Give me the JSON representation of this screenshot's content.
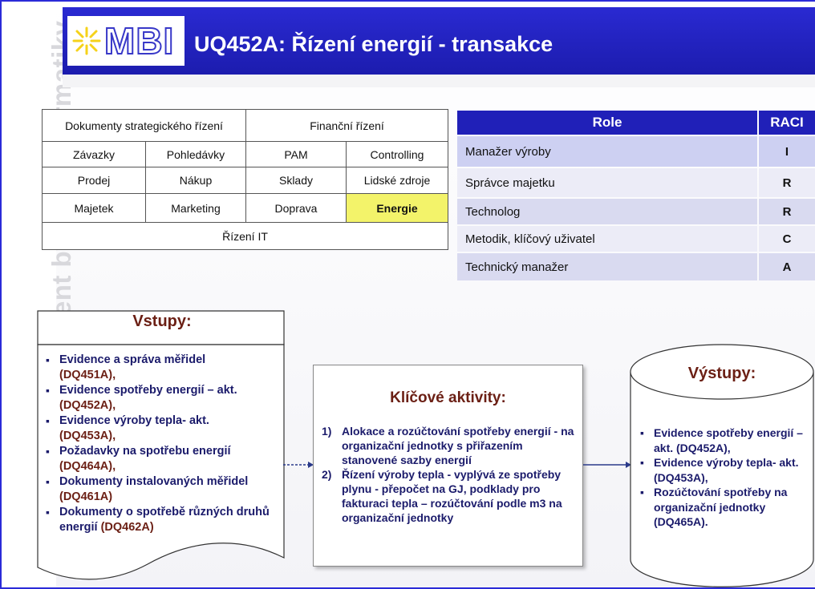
{
  "header": {
    "logo_text": "MBI",
    "title": "UQ452A: Řízení energií - transakce"
  },
  "watermark": "MBI – Management byznys informatiky",
  "grid": {
    "row0": [
      "Dokumenty strategického řízení",
      "Finanční řízení"
    ],
    "row1": [
      "Závazky",
      "Pohledávky",
      "PAM",
      "Controlling"
    ],
    "row2": [
      "Prodej",
      "Nákup",
      "Sklady",
      "Lidské zdroje"
    ],
    "row3": [
      "Majetek",
      "Marketing",
      "Doprava",
      "Energie"
    ],
    "row4": [
      "Řízení IT"
    ],
    "highlight_color": "#f3f36a"
  },
  "roles": {
    "header_role": "Role",
    "header_raci": "RACI",
    "rows": [
      {
        "role": "Manažer výroby",
        "raci": "I"
      },
      {
        "role": "Správce majetku",
        "raci": "R"
      },
      {
        "role": "Technolog",
        "raci": "R"
      },
      {
        "role": "Metodik, klíčový uživatel",
        "raci": "C"
      },
      {
        "role": "Technický manažer",
        "raci": "A"
      }
    ],
    "header_color": "#2020b8"
  },
  "inputs": {
    "title": "Vstupy:",
    "items": [
      {
        "text": "Evidence a správa měřidel",
        "code": "(DQ451A),"
      },
      {
        "text": "Evidence spotřeby energií – akt.",
        "code": "(DQ452A),"
      },
      {
        "text": "Evidence výroby tepla- akt.",
        "code": "(DQ453A),"
      },
      {
        "text": "Požadavky na spotřebu energií",
        "code": "(DQ464A),"
      },
      {
        "text": "Dokumenty instalovaných měřidel",
        "code": "(DQ461A)"
      },
      {
        "text": "Dokumenty o spotřebě různých druhů energií",
        "code": "(DQ462A)"
      }
    ]
  },
  "key_activities": {
    "title": "Klíčové aktivity:",
    "items": [
      {
        "num": "1)",
        "text": "Alokace a rozúčtování spotřeby energií - na organizační jednotky s přiřazením stanovené sazby energií"
      },
      {
        "num": "2)",
        "text": "Řízení výroby tepla - vyplývá ze spotřeby plynu - přepočet na GJ, podklady pro fakturaci tepla – rozúčtování podle m3 na organizační jednotky"
      }
    ]
  },
  "outputs": {
    "title": "Výstupy:",
    "items": [
      "Evidence spotřeby energií – akt. (DQ452A),",
      "Evidence výroby tepla- akt. (DQ453A),",
      "Rozúčtování spotřeby na organizační jednotky (DQ465A)."
    ]
  },
  "colors": {
    "header_blue": "#2a2ad2",
    "heading_brown": "#6b1f14",
    "text_navy": "#1b1b6b"
  }
}
